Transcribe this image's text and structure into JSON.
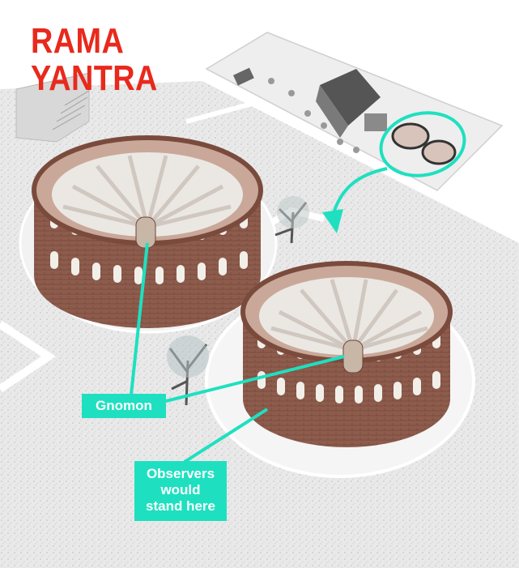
{
  "title": {
    "line1": "RAMA",
    "line2": "YANTRA"
  },
  "labels": {
    "gnomon": "Gnomon",
    "observers": [
      "Observers",
      "would",
      "stand here"
    ]
  },
  "colors": {
    "title": "#e8291c",
    "accent": "#1ee0c0",
    "brick": "#8a5a4a",
    "paving": "#dcdcdc"
  }
}
